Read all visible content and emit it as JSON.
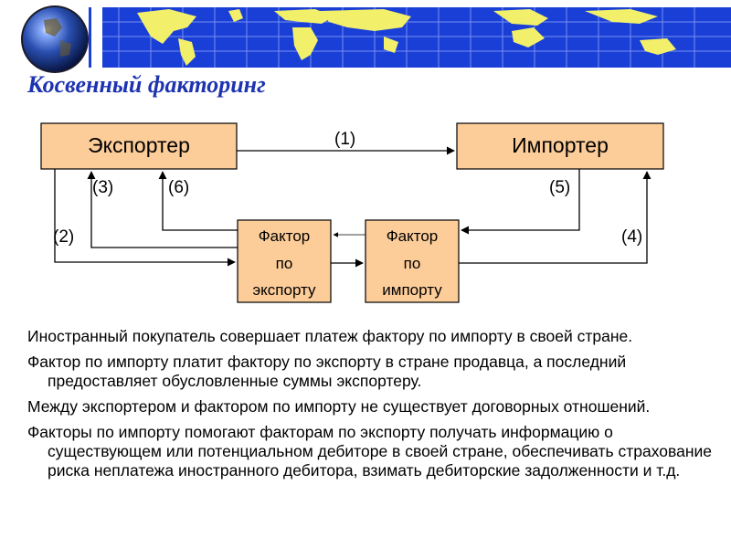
{
  "title": "Косвенный факторинг",
  "diagram": {
    "exporter": "Экспортер",
    "importer": "Импортер",
    "export_factor": [
      "Фактор",
      "по",
      "экспорту"
    ],
    "import_factor": [
      "Фактор",
      "по",
      "импорту"
    ],
    "labels": {
      "l1": "(1)",
      "l2": "(2)",
      "l3": "(3)",
      "l4": "(4)",
      "l5": "(5)",
      "l6": "(6)"
    },
    "colors": {
      "box_fill": "#fccc99",
      "line": "#000000",
      "title": "#1e33b0"
    }
  },
  "paragraphs": [
    "Иностранный покупатель совершает платеж фактору по импорту в своей стране.",
    "Фактор по импорту платит фактору по экспорту в стране продавца, а последний предоставляет обусловленные суммы экспортеру.",
    "Между экспортером и фактором по импорту не существует договорных отношений.",
    "Факторы по импорту помогают факторам по экспорту получать информацию о существующем или потенциальном дебиторе в своей стране, обеспечивать страхование риска неплатежа иностранного дебитора, взимать дебиторские задолженности и т.д."
  ]
}
